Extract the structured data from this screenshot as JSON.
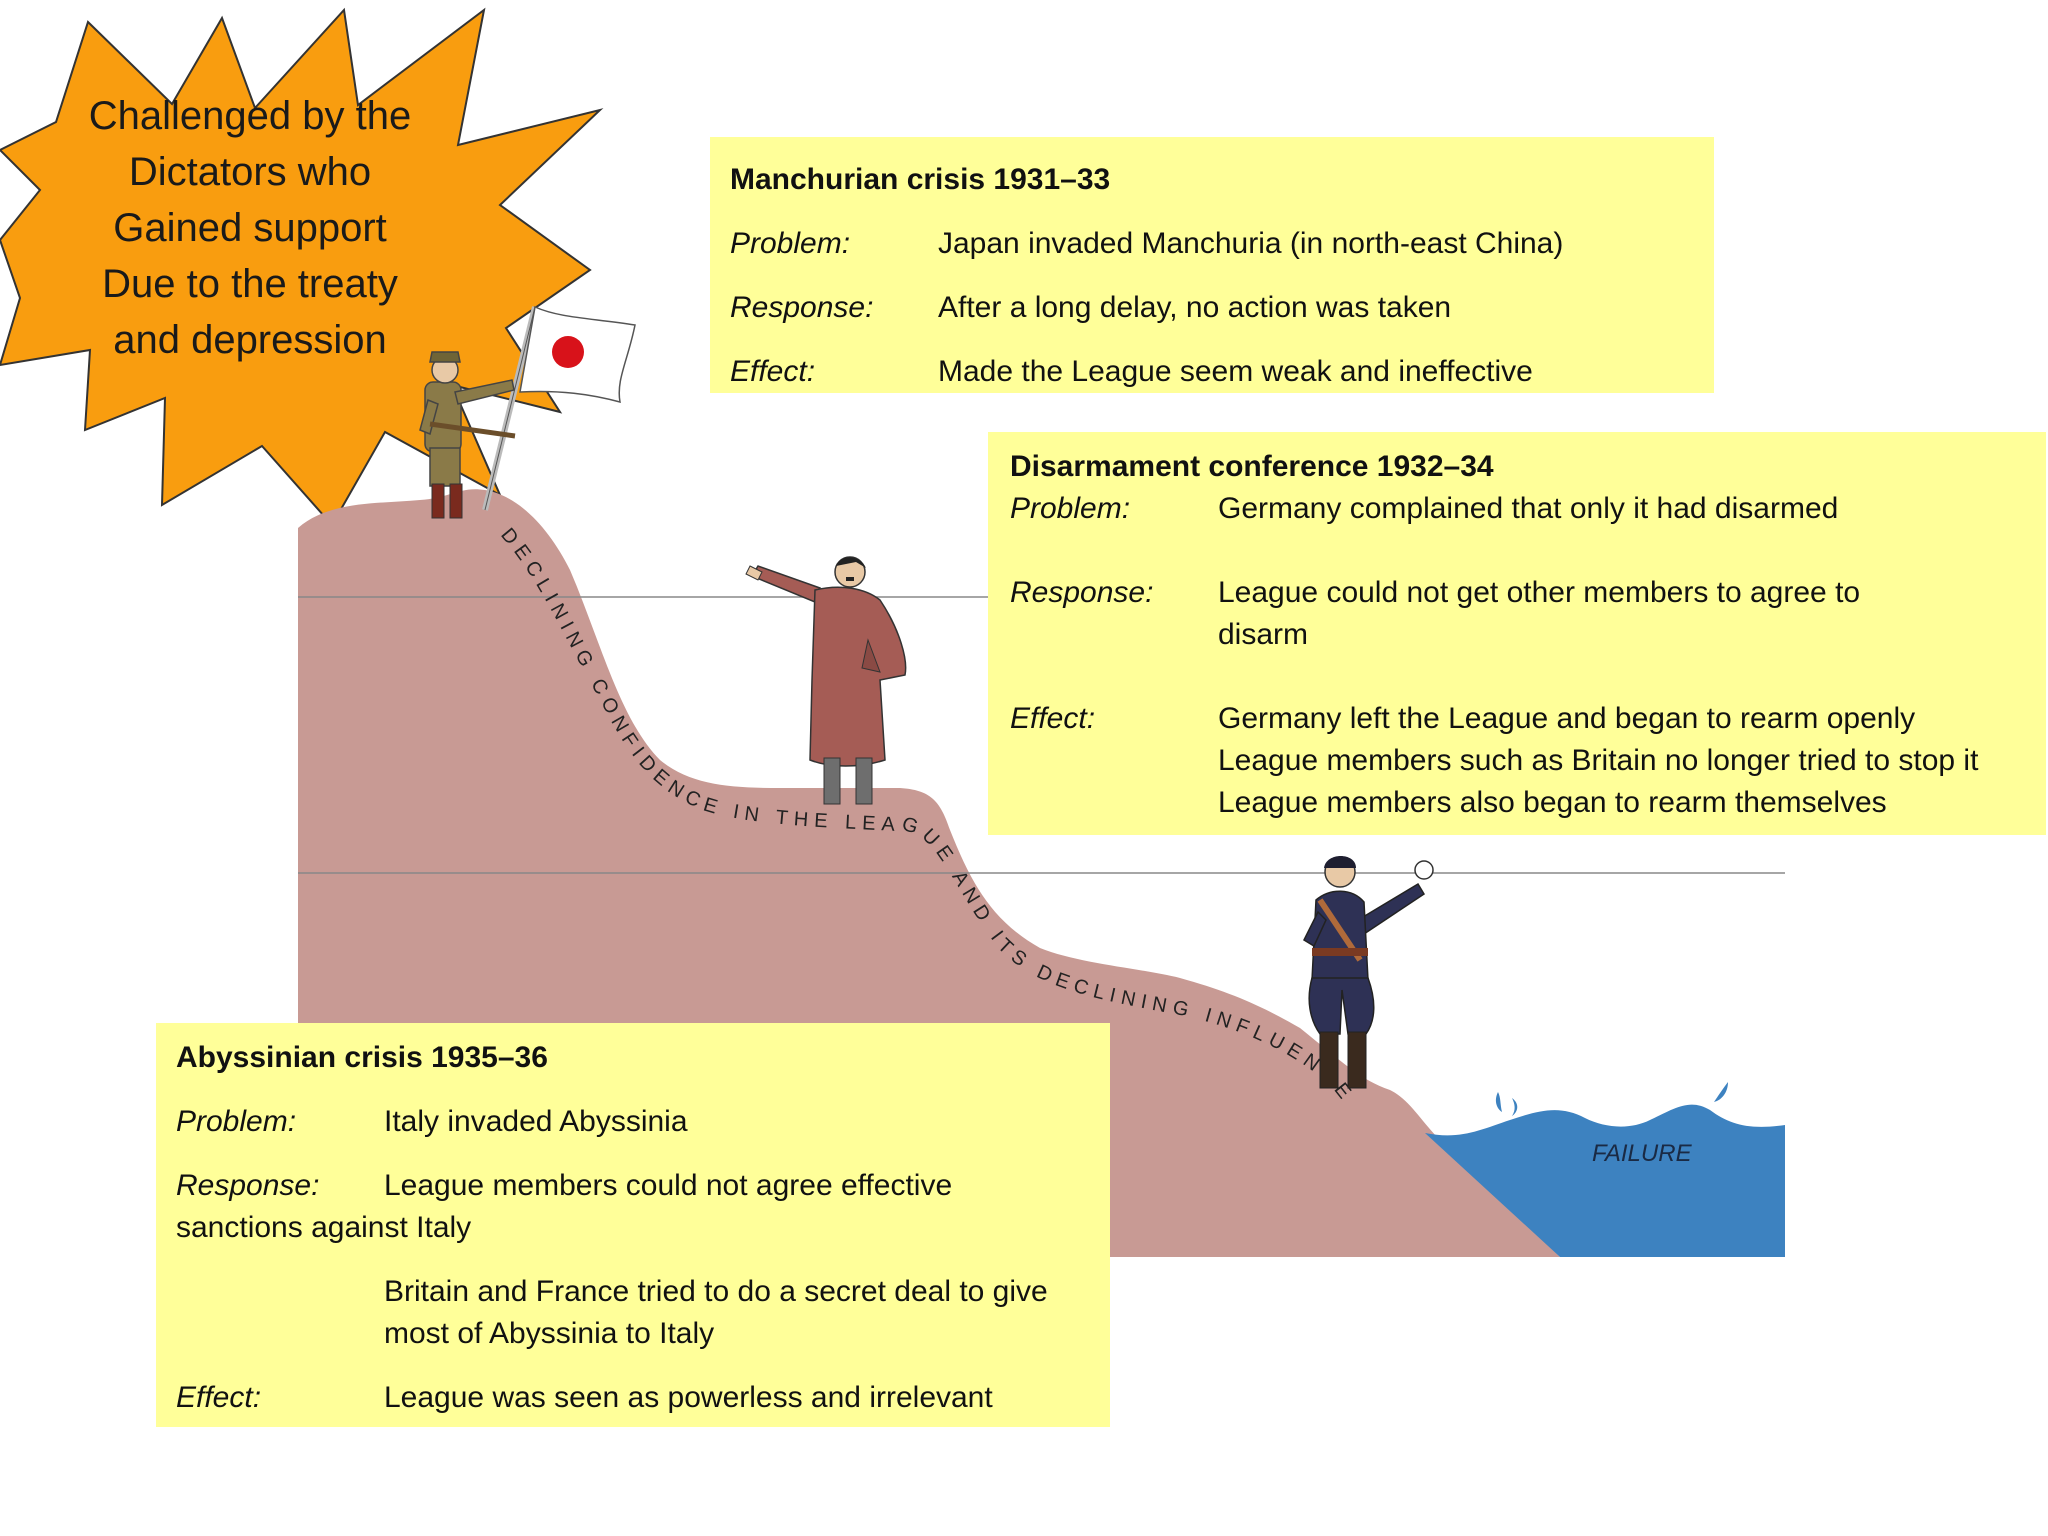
{
  "burst": {
    "lines": [
      "Challenged by the",
      "Dictators who",
      "Gained support",
      "Due to the treaty",
      "and depression"
    ]
  },
  "slope_caption": "DECLINING CONFIDENCE IN THE LEAGUE AND ITS DECLINING INFLUENCE",
  "failure_label": "FAILURE",
  "manchuria": {
    "title": "Manchurian crisis 1931–33",
    "problem_label": "Problem:",
    "problem": "Japan invaded Manchuria (in north-east China)",
    "response_label": "Response:",
    "response": "After a long delay, no action was taken",
    "effect_label": "Effect:",
    "effect": "Made the League seem weak and ineffective"
  },
  "disarmament": {
    "title": "Disarmament conference 1932–34",
    "problem_label": "Problem:",
    "problem": "Germany complained that only it had disarmed",
    "response_label": "Response:",
    "response_1": "League could not get other members to agree to",
    "response_2": "disarm",
    "effect_label": "Effect:",
    "effect_1": "Germany left the League and began to rearm openly",
    "effect_2": "League members such as Britain no longer tried to stop it",
    "effect_3": "League members also began to rearm themselves"
  },
  "abyssinia": {
    "title": "Abyssinian crisis 1935–36",
    "problem_label": "Problem:",
    "problem": "Italy invaded Abyssinia",
    "response_label": "Response:",
    "response_1a": "League members could not agree effective",
    "response_1b": "sanctions against Italy",
    "response_2a": "Britain and France tried to do a secret deal to give",
    "response_2b": "most of Abyssinia to Italy",
    "effect_label": "Effect:",
    "effect": "League was seen as powerless and irrelevant"
  },
  "colors": {
    "burst_fill": "#f99d0f",
    "hill_fill": "#c89a94",
    "water_fill": "#3d82c0",
    "box_fill": "#ffff99",
    "japan_disc": "#d8121a"
  }
}
